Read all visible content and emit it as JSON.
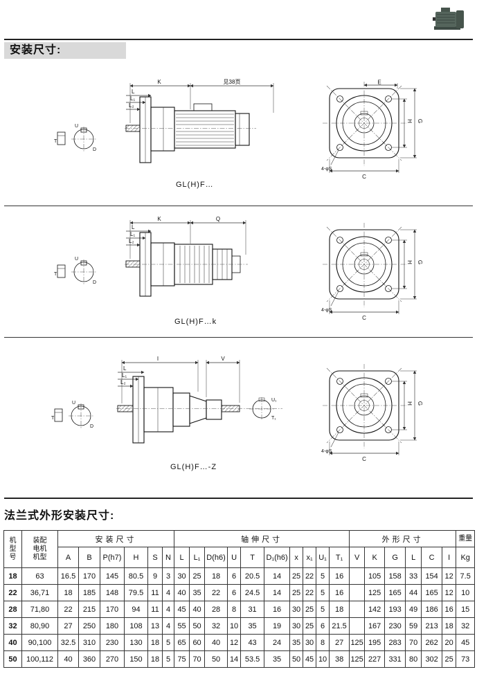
{
  "page": {
    "heading1": "安装尺寸:",
    "heading2": "法兰式外形安装尺寸:"
  },
  "drawings": {
    "s1": {
      "caption": "GL(H)F…",
      "dim_k": "K",
      "dim_note": "见38页",
      "dim_l": "L",
      "dim_l1": "L₁",
      "dim_l2": "L₂",
      "front_e": "E",
      "front_h": "H",
      "front_g": "G",
      "front_c": "C",
      "front_holes": "4-φS",
      "mini_d": "D",
      "mini_u": "U",
      "mini_t": "T"
    },
    "s2": {
      "caption": "GL(H)F…k",
      "dim_k": "K",
      "dim_q": "Q",
      "dim_l": "L",
      "dim_l1": "L₁",
      "dim_l2": "L₂",
      "front_h": "H",
      "front_g": "G",
      "front_c": "C",
      "front_holes": "4-φS",
      "mini_d": "D",
      "mini_u": "U",
      "mini_t": "T"
    },
    "s3": {
      "caption": "GL(H)F…-Z",
      "dim_i": "I",
      "dim_v": "V",
      "dim_l": "L",
      "dim_l1": "L₁",
      "dim_l2": "L₂",
      "front_h": "H",
      "front_g": "G",
      "front_c": "C",
      "front_holes": "4-φS",
      "mini_d": "D",
      "mini_u": "U",
      "mini_t": "T",
      "mini2_u1": "U₁",
      "mini2_t1": "T₁"
    }
  },
  "table": {
    "group_model": "机\n型\n号",
    "group_motor": "装配\n电机\n机型",
    "group_install": "安装尺寸",
    "group_shaft": "轴伸尺寸",
    "group_outline": "外形尺寸",
    "group_weight": "重量",
    "subheads": [
      "A",
      "B",
      "P(h7)",
      "H",
      "S",
      "N",
      "L",
      "L₁",
      "D(h6)",
      "U",
      "T",
      "D₁(h6)",
      "x",
      "x₁",
      "U₁",
      "T₁",
      "V",
      "K",
      "G",
      "L",
      "C",
      "I",
      "Kg"
    ],
    "rows": [
      {
        "model": "18",
        "motor": "63",
        "cells": [
          "16.5",
          "170",
          "145",
          "80.5",
          "9",
          "3",
          "30",
          "25",
          "18",
          "6",
          "20.5",
          "14",
          "25",
          "22",
          "5",
          "16",
          "",
          "105",
          "158",
          "33",
          "154",
          "12",
          "7.5"
        ]
      },
      {
        "model": "22",
        "motor": "36,71",
        "cells": [
          "18",
          "185",
          "148",
          "79.5",
          "11",
          "4",
          "40",
          "35",
          "22",
          "6",
          "24.5",
          "14",
          "25",
          "22",
          "5",
          "16",
          "",
          "125",
          "165",
          "44",
          "165",
          "12",
          "10"
        ]
      },
      {
        "model": "28",
        "motor": "71,80",
        "cells": [
          "22",
          "215",
          "170",
          "94",
          "11",
          "4",
          "45",
          "40",
          "28",
          "8",
          "31",
          "16",
          "30",
          "25",
          "5",
          "18",
          "",
          "142",
          "193",
          "49",
          "186",
          "16",
          "15"
        ]
      },
      {
        "model": "32",
        "motor": "80,90",
        "cells": [
          "27",
          "250",
          "180",
          "108",
          "13",
          "4",
          "55",
          "50",
          "32",
          "10",
          "35",
          "19",
          "30",
          "25",
          "6",
          "21.5",
          "",
          "167",
          "230",
          "59",
          "213",
          "18",
          "32"
        ]
      },
      {
        "model": "40",
        "motor": "90,100",
        "cells": [
          "32.5",
          "310",
          "230",
          "130",
          "18",
          "5",
          "65",
          "60",
          "40",
          "12",
          "43",
          "24",
          "35",
          "30",
          "8",
          "27",
          "125",
          "195",
          "283",
          "70",
          "262",
          "20",
          "45"
        ]
      },
      {
        "model": "50",
        "motor": "100,112",
        "cells": [
          "40",
          "360",
          "270",
          "150",
          "18",
          "5",
          "75",
          "70",
          "50",
          "14",
          "53.5",
          "35",
          "50",
          "45",
          "10",
          "38",
          "125",
          "227",
          "331",
          "80",
          "302",
          "25",
          "73"
        ]
      }
    ]
  }
}
